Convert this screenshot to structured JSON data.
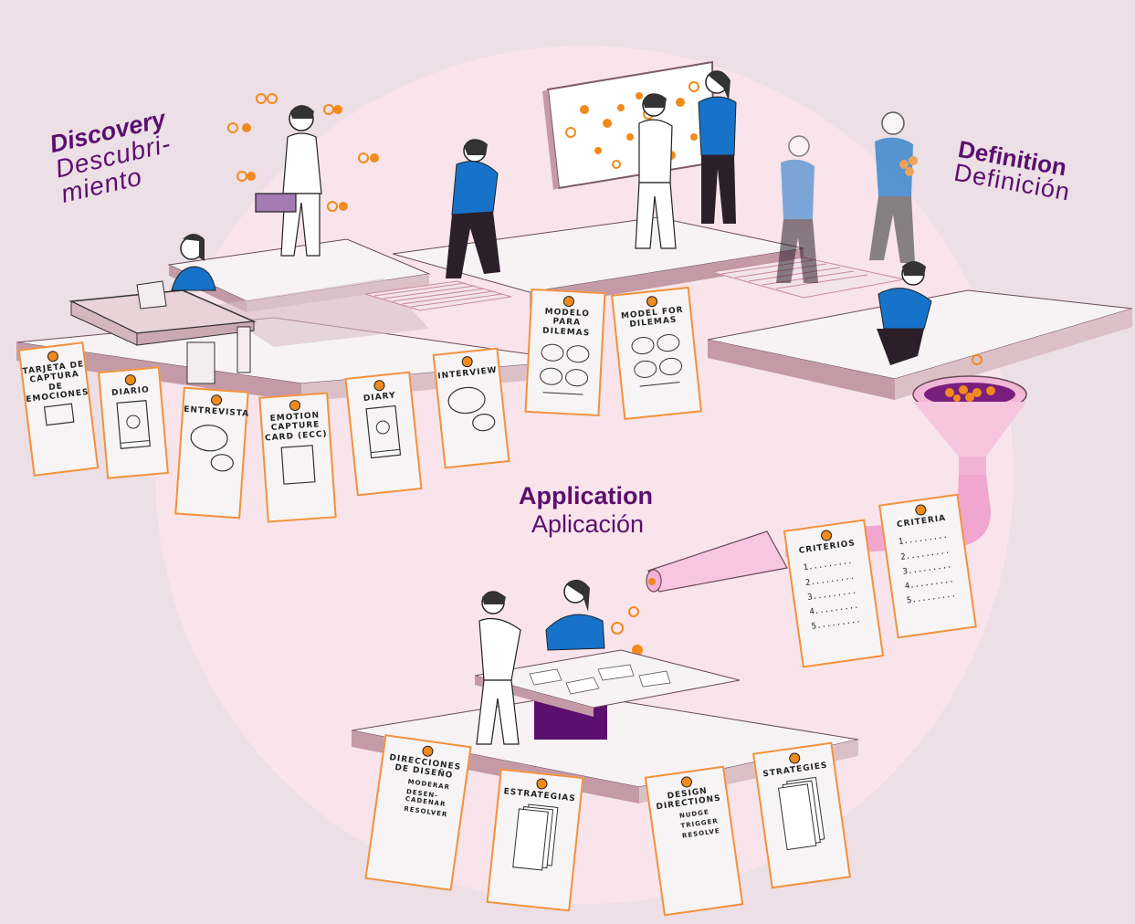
{
  "phases": {
    "discovery": {
      "en": "Discovery",
      "es_lines": [
        "Descubri-",
        "miento"
      ]
    },
    "definition": {
      "en": "Definition",
      "es": "Definición"
    },
    "application": {
      "en": "Application",
      "es": "Aplicación"
    }
  },
  "cards": {
    "tarjeta": "TARJETA DE CAPTURA DE EMOCIONES",
    "diario": "DIARIO",
    "entrevista": "ENTREVISTA",
    "ecc": "EMOTION CAPTURE CARD (ECC)",
    "diary": "DIARY",
    "interview": "INTERVIEW",
    "modelo": "MODELO PARA DILEMAS",
    "model": "MODEL FOR DILEMAS",
    "criterios": "CRITERIOS",
    "criteria": "CRITERIA",
    "direcciones": "DIRECCIONES DE DISEÑO",
    "estrategias": "ESTRATEGIAS",
    "design_directions": "DESIGN DIRECTIONS",
    "strategies": "STRATEGIES"
  },
  "criterios_items": [
    "1.........",
    "2.........",
    "3.........",
    "4.........",
    "5........."
  ],
  "criteria_items": [
    "1.........",
    "2.........",
    "3.........",
    "4.........",
    "5........."
  ],
  "direcciones_items": [
    "MODERAR",
    "DESEN-CADENAR",
    "RESOLVER"
  ],
  "design_directions_items": [
    "NUDGE",
    "TRIGGER",
    "RESOLVE"
  ],
  "colors": {
    "purple": "#5b0f6e",
    "orange": "#f08a1c",
    "blue": "#1673c9",
    "background": "#ecdfe5",
    "circle": "#f8e4ea"
  }
}
